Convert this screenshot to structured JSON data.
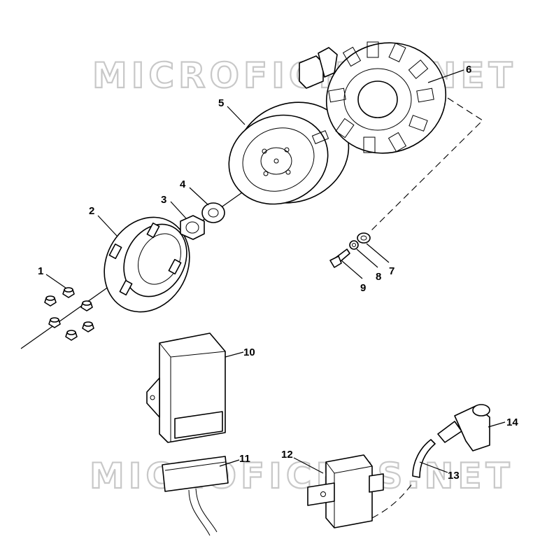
{
  "watermark": {
    "top_text": "MICROFICHES.NET",
    "bottom_text": "MICROFICHES.NET"
  },
  "callouts": [
    {
      "id": "1",
      "label": "1"
    },
    {
      "id": "2",
      "label": "2"
    },
    {
      "id": "3",
      "label": "3"
    },
    {
      "id": "4",
      "label": "4"
    },
    {
      "id": "5",
      "label": "5"
    },
    {
      "id": "6",
      "label": "6"
    },
    {
      "id": "7",
      "label": "7"
    },
    {
      "id": "8",
      "label": "8"
    },
    {
      "id": "9",
      "label": "9"
    },
    {
      "id": "10",
      "label": "10"
    },
    {
      "id": "11",
      "label": "11"
    },
    {
      "id": "12",
      "label": "12"
    },
    {
      "id": "13",
      "label": "13"
    },
    {
      "id": "14",
      "label": "14"
    }
  ]
}
